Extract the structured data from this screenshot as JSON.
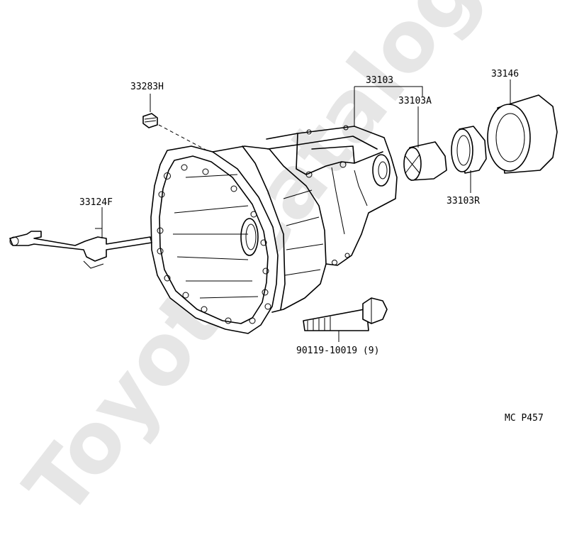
{
  "watermark": "ToyotaCatalog.ru",
  "figure_code": "MC P457",
  "parts": {
    "p33283H": "33283H",
    "p33124F": "33124F",
    "p33103": "33103",
    "p33103A": "33103A",
    "p33103R": "33103R",
    "p33146": "33146",
    "p90119": "90119-10019 (9)"
  }
}
